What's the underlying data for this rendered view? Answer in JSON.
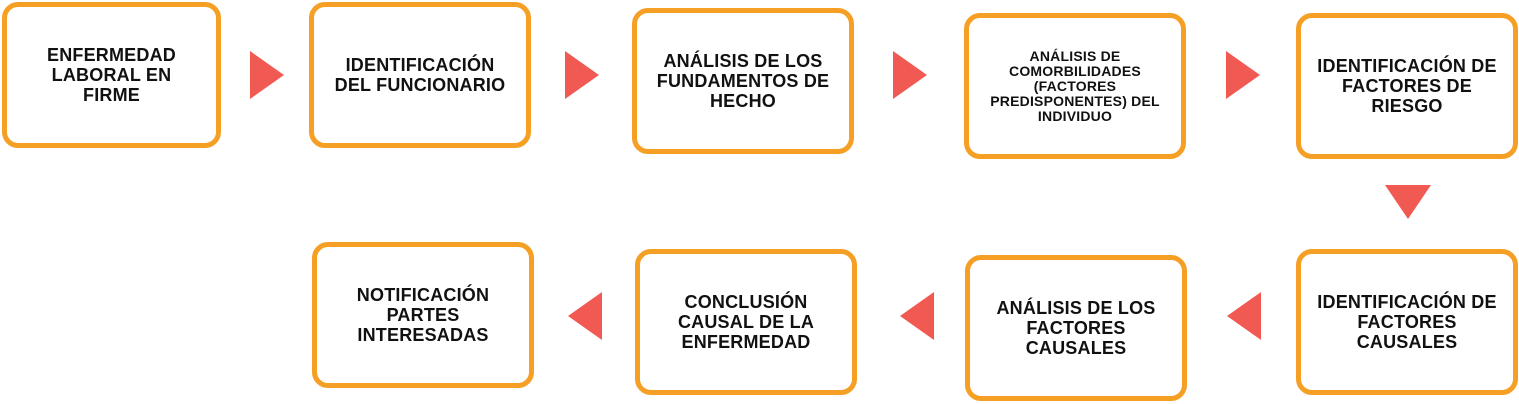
{
  "flow": {
    "steps": [
      "ENFERMEDAD LABORAL EN FIRME",
      "IDENTIFICACIÓN DEL FUNCIONARIO",
      "ANÁLISIS DE LOS FUNDAMENTOS DE HECHO",
      "ANÁLISIS DE COMORBILIDADES (FACTORES PREDISPONENTES) DEL INDIVIDUO",
      "IDENTIFICACIÓN DE FACTORES DE RIESGO",
      "IDENTIFICACIÓN DE FACTORES CAUSALES",
      "ANÁLISIS DE LOS FACTORES CAUSALES",
      "CONCLUSIÓN CAUSAL DE LA ENFERMEDAD",
      "NOTIFICACIÓN PARTES INTERESADAS"
    ]
  },
  "colors": {
    "box_border": "#f5a025",
    "arrow": "#f15a52",
    "text": "#111111"
  }
}
